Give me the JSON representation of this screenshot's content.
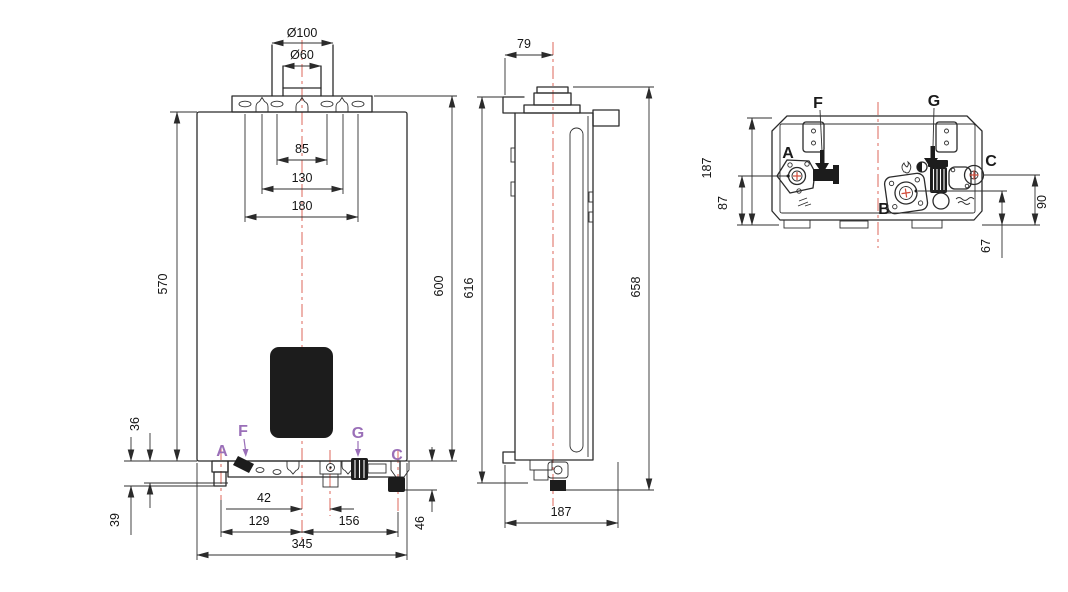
{
  "drawing": {
    "type": "technical dimensional drawing",
    "subject": "wall-hung gas water heater, three views"
  },
  "colors": {
    "line": "#2b2b2b",
    "centerline": "#e1756a",
    "connection_label": "#9a6fb8",
    "black_fill": "#1c1c1c"
  },
  "front_view": {
    "dims": {
      "flue_outer": "Ø100",
      "flue_inner": "Ø60",
      "slots_85": "85",
      "slots_130": "130",
      "slots_180": "180",
      "h570": "570",
      "h600": "600",
      "o36": "36",
      "o39": "39",
      "o46": "46",
      "b42": "42",
      "b129": "129",
      "b156": "156",
      "w345": "345"
    },
    "connections": {
      "a": "A",
      "f": "F",
      "g": "G",
      "c": "C"
    }
  },
  "side_view": {
    "dims": {
      "t79": "79",
      "d616": "616",
      "d658": "658",
      "w187": "187"
    }
  },
  "bottom_view": {
    "dims": {
      "h187": "187",
      "a87": "87",
      "c90": "90",
      "b67": "67"
    },
    "connections": {
      "f": "F",
      "g": "G",
      "a": "A",
      "b": "B",
      "c": "C"
    }
  }
}
